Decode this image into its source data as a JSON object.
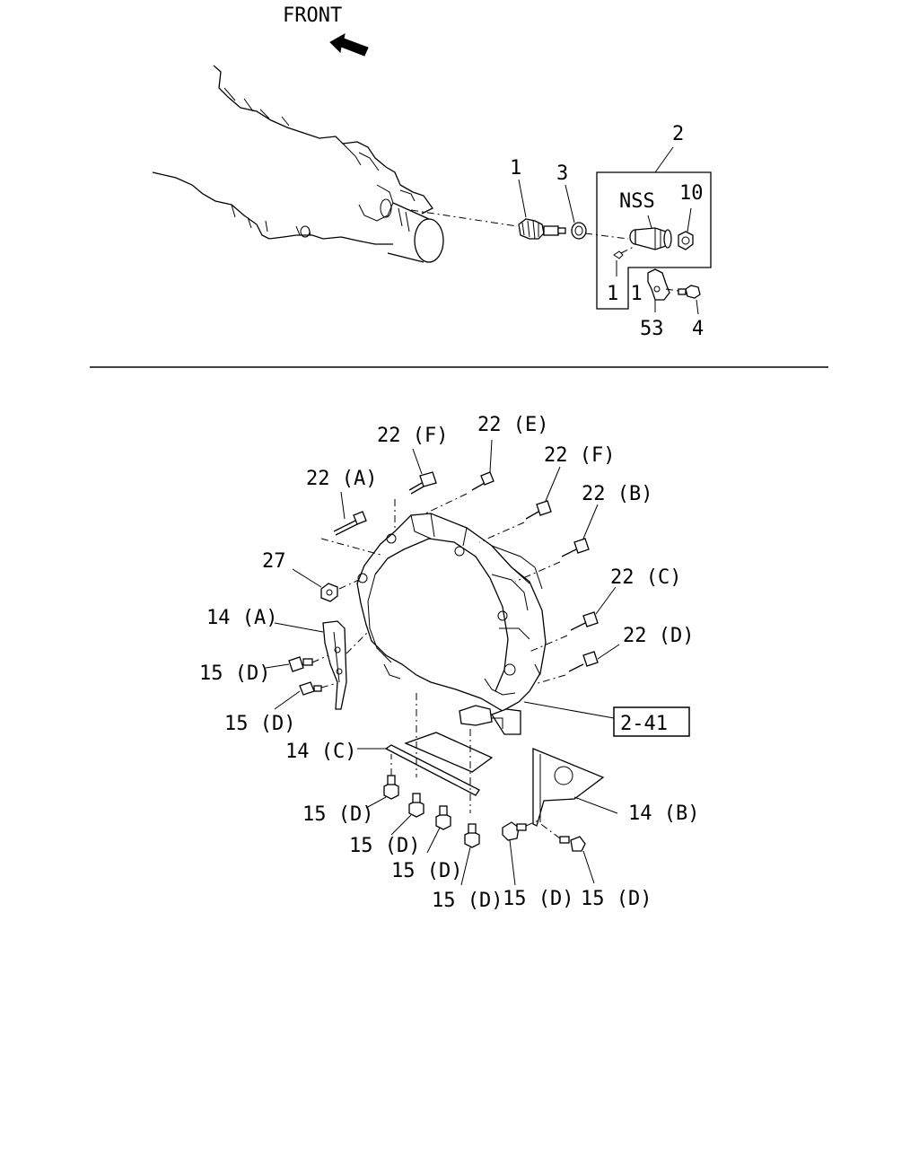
{
  "diagram": {
    "front_label": "FRONT",
    "top_callouts": {
      "c1": "1",
      "c2": "2",
      "c3": "3",
      "c4": "4",
      "c10": "10",
      "c11": "1 1",
      "c53": "53",
      "nss": "NSS"
    },
    "bottom_callouts": {
      "b22f_left": "22 (F)",
      "b22e": "22 (E)",
      "b22f_right": "22 (F)",
      "b22a": "22 (A)",
      "b22b": "22 (B)",
      "b27": "27",
      "b22c": "22 (C)",
      "b14a": "14 (A)",
      "b22d": "22 (D)",
      "b15d_1": "15 (D)",
      "b15d_2": "15 (D)",
      "b14c": "14 (C)",
      "b14b": "14 (B)",
      "b15d_3": "15 (D)",
      "b15d_4": "15 (D)",
      "b15d_5": "15 (D)",
      "b15d_6": "15 (D)",
      "b15d_7": "15 (D)",
      "b15d_8": "15 (D)"
    },
    "reference_box": "2-41"
  }
}
